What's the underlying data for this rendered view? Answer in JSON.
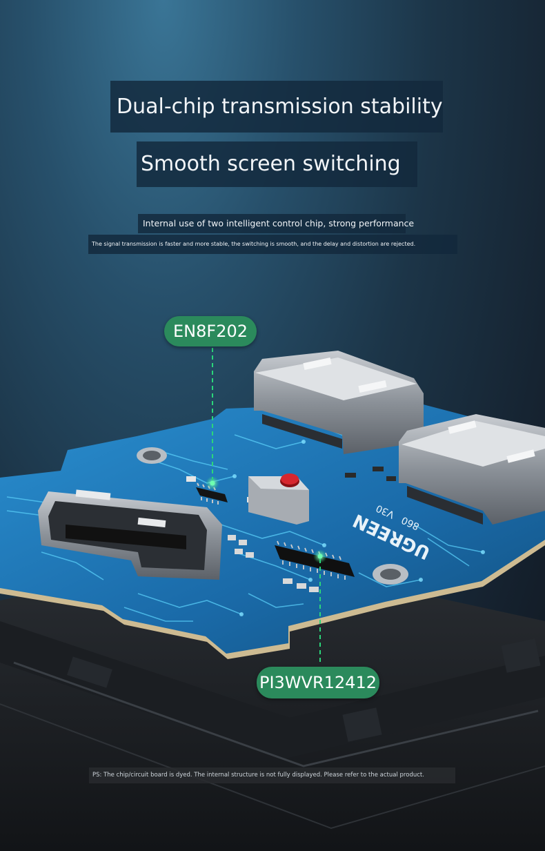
{
  "headline": {
    "line1": "Dual-chip transmission stability",
    "line2": "Smooth screen switching"
  },
  "subtitle": {
    "line1": "Internal use of two intelligent control chip, strong performance",
    "line2": "The signal transmission is faster and more stable, the switching is smooth, and the delay and distortion are rejected."
  },
  "callouts": {
    "chip1": "EN8F202",
    "chip2": "PI3WVR12412"
  },
  "board": {
    "brand": "UGREEN",
    "model": "860",
    "version": "V30"
  },
  "footnote": "PS: The chip/circuit board is dyed. The internal structure is not fully displayed. Please refer to the actual product.",
  "colors": {
    "callout": "#2b8a5c",
    "pcb": "#1f78b8",
    "trace": "#52c8f5",
    "indicator": "#d6262e"
  }
}
